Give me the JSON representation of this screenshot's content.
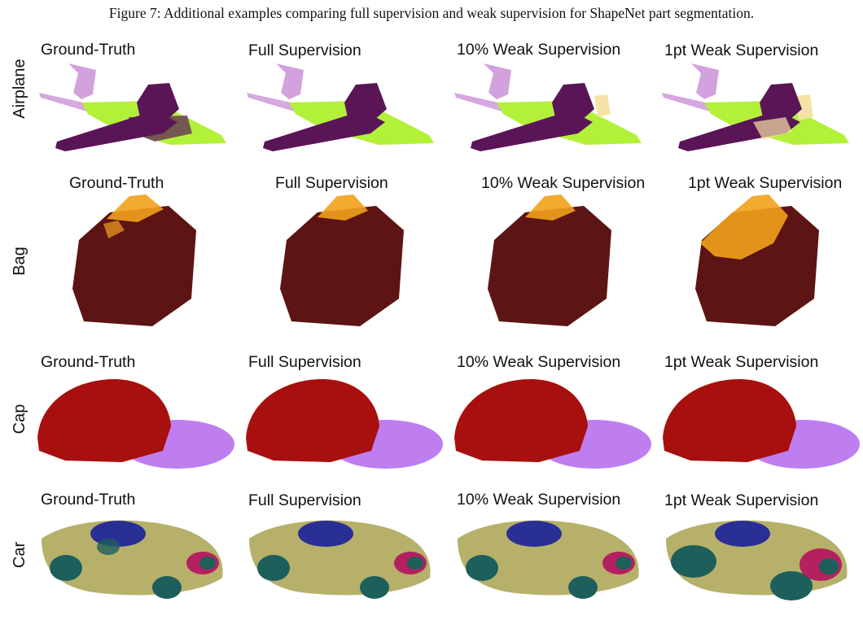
{
  "figure": {
    "caption": "Figure 7: Additional examples comparing full supervision and weak supervision for ShapeNet part segmentation."
  },
  "colors": {
    "airplane_body": "#b3f03a",
    "airplane_wing": "#5a1557",
    "airplane_tail": "#c88ad6",
    "airplane_engine": "#f3e3a6",
    "bag_body": "#5c1414",
    "bag_handle": "#f2a11b",
    "cap_crown": "#a80f0f",
    "cap_brim": "#bf7ef0",
    "car_body": "#b7b06a",
    "car_roof": "#2a2f96",
    "car_wheel": "#1d5f5b",
    "car_light": "#b5115f"
  },
  "rows": [
    {
      "label": "Airplane",
      "shape": "airplane",
      "titles": [
        "Ground-Truth",
        "Full Supervision",
        "10% Weak Supervision",
        "1pt Weak Supervision"
      ]
    },
    {
      "label": "Bag",
      "shape": "bag",
      "titles": [
        "Ground-Truth",
        "Full Supervision",
        "10% Weak Supervision",
        "1pt Weak Supervision"
      ]
    },
    {
      "label": "Cap",
      "shape": "cap",
      "titles": [
        "Ground-Truth",
        "Full Supervision",
        "10% Weak Supervision",
        "1pt Weak Supervision"
      ]
    },
    {
      "label": "Car",
      "shape": "car",
      "titles": [
        "Ground-Truth",
        "Full Supervision",
        "10% Weak Supervision",
        "1pt Weak Supervision"
      ]
    }
  ]
}
